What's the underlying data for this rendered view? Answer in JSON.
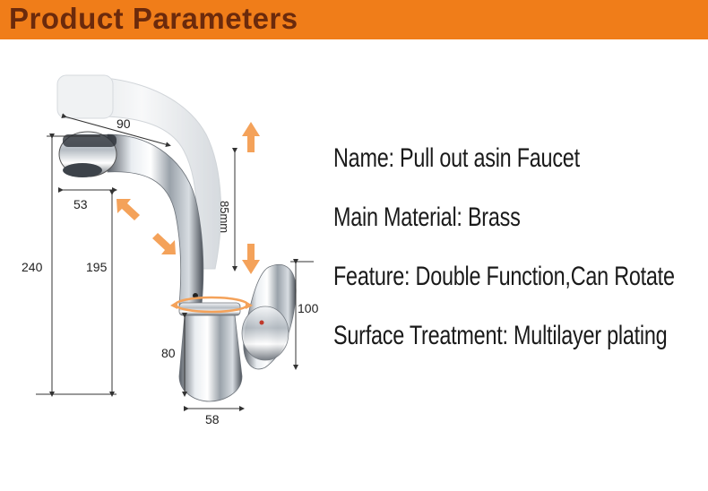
{
  "header": {
    "title": "Product Parameters",
    "color": "#f07d19",
    "title_color": "#6b2a0c"
  },
  "diagram": {
    "dimensions": {
      "spout_length": "90",
      "aerator": "53",
      "total_height": "240",
      "spout_height": "195",
      "pullout": "85mm",
      "handle": "100",
      "base_height": "80",
      "base_width": "58"
    },
    "arrow_color": "#f4a25a"
  },
  "specs": [
    {
      "label": "Name: Pull out asin Faucet"
    },
    {
      "label": "Main Material: Brass"
    },
    {
      "label": "Feature: Double Function,Can Rotate"
    },
    {
      "label": "Surface Treatment: Multilayer plating"
    }
  ]
}
